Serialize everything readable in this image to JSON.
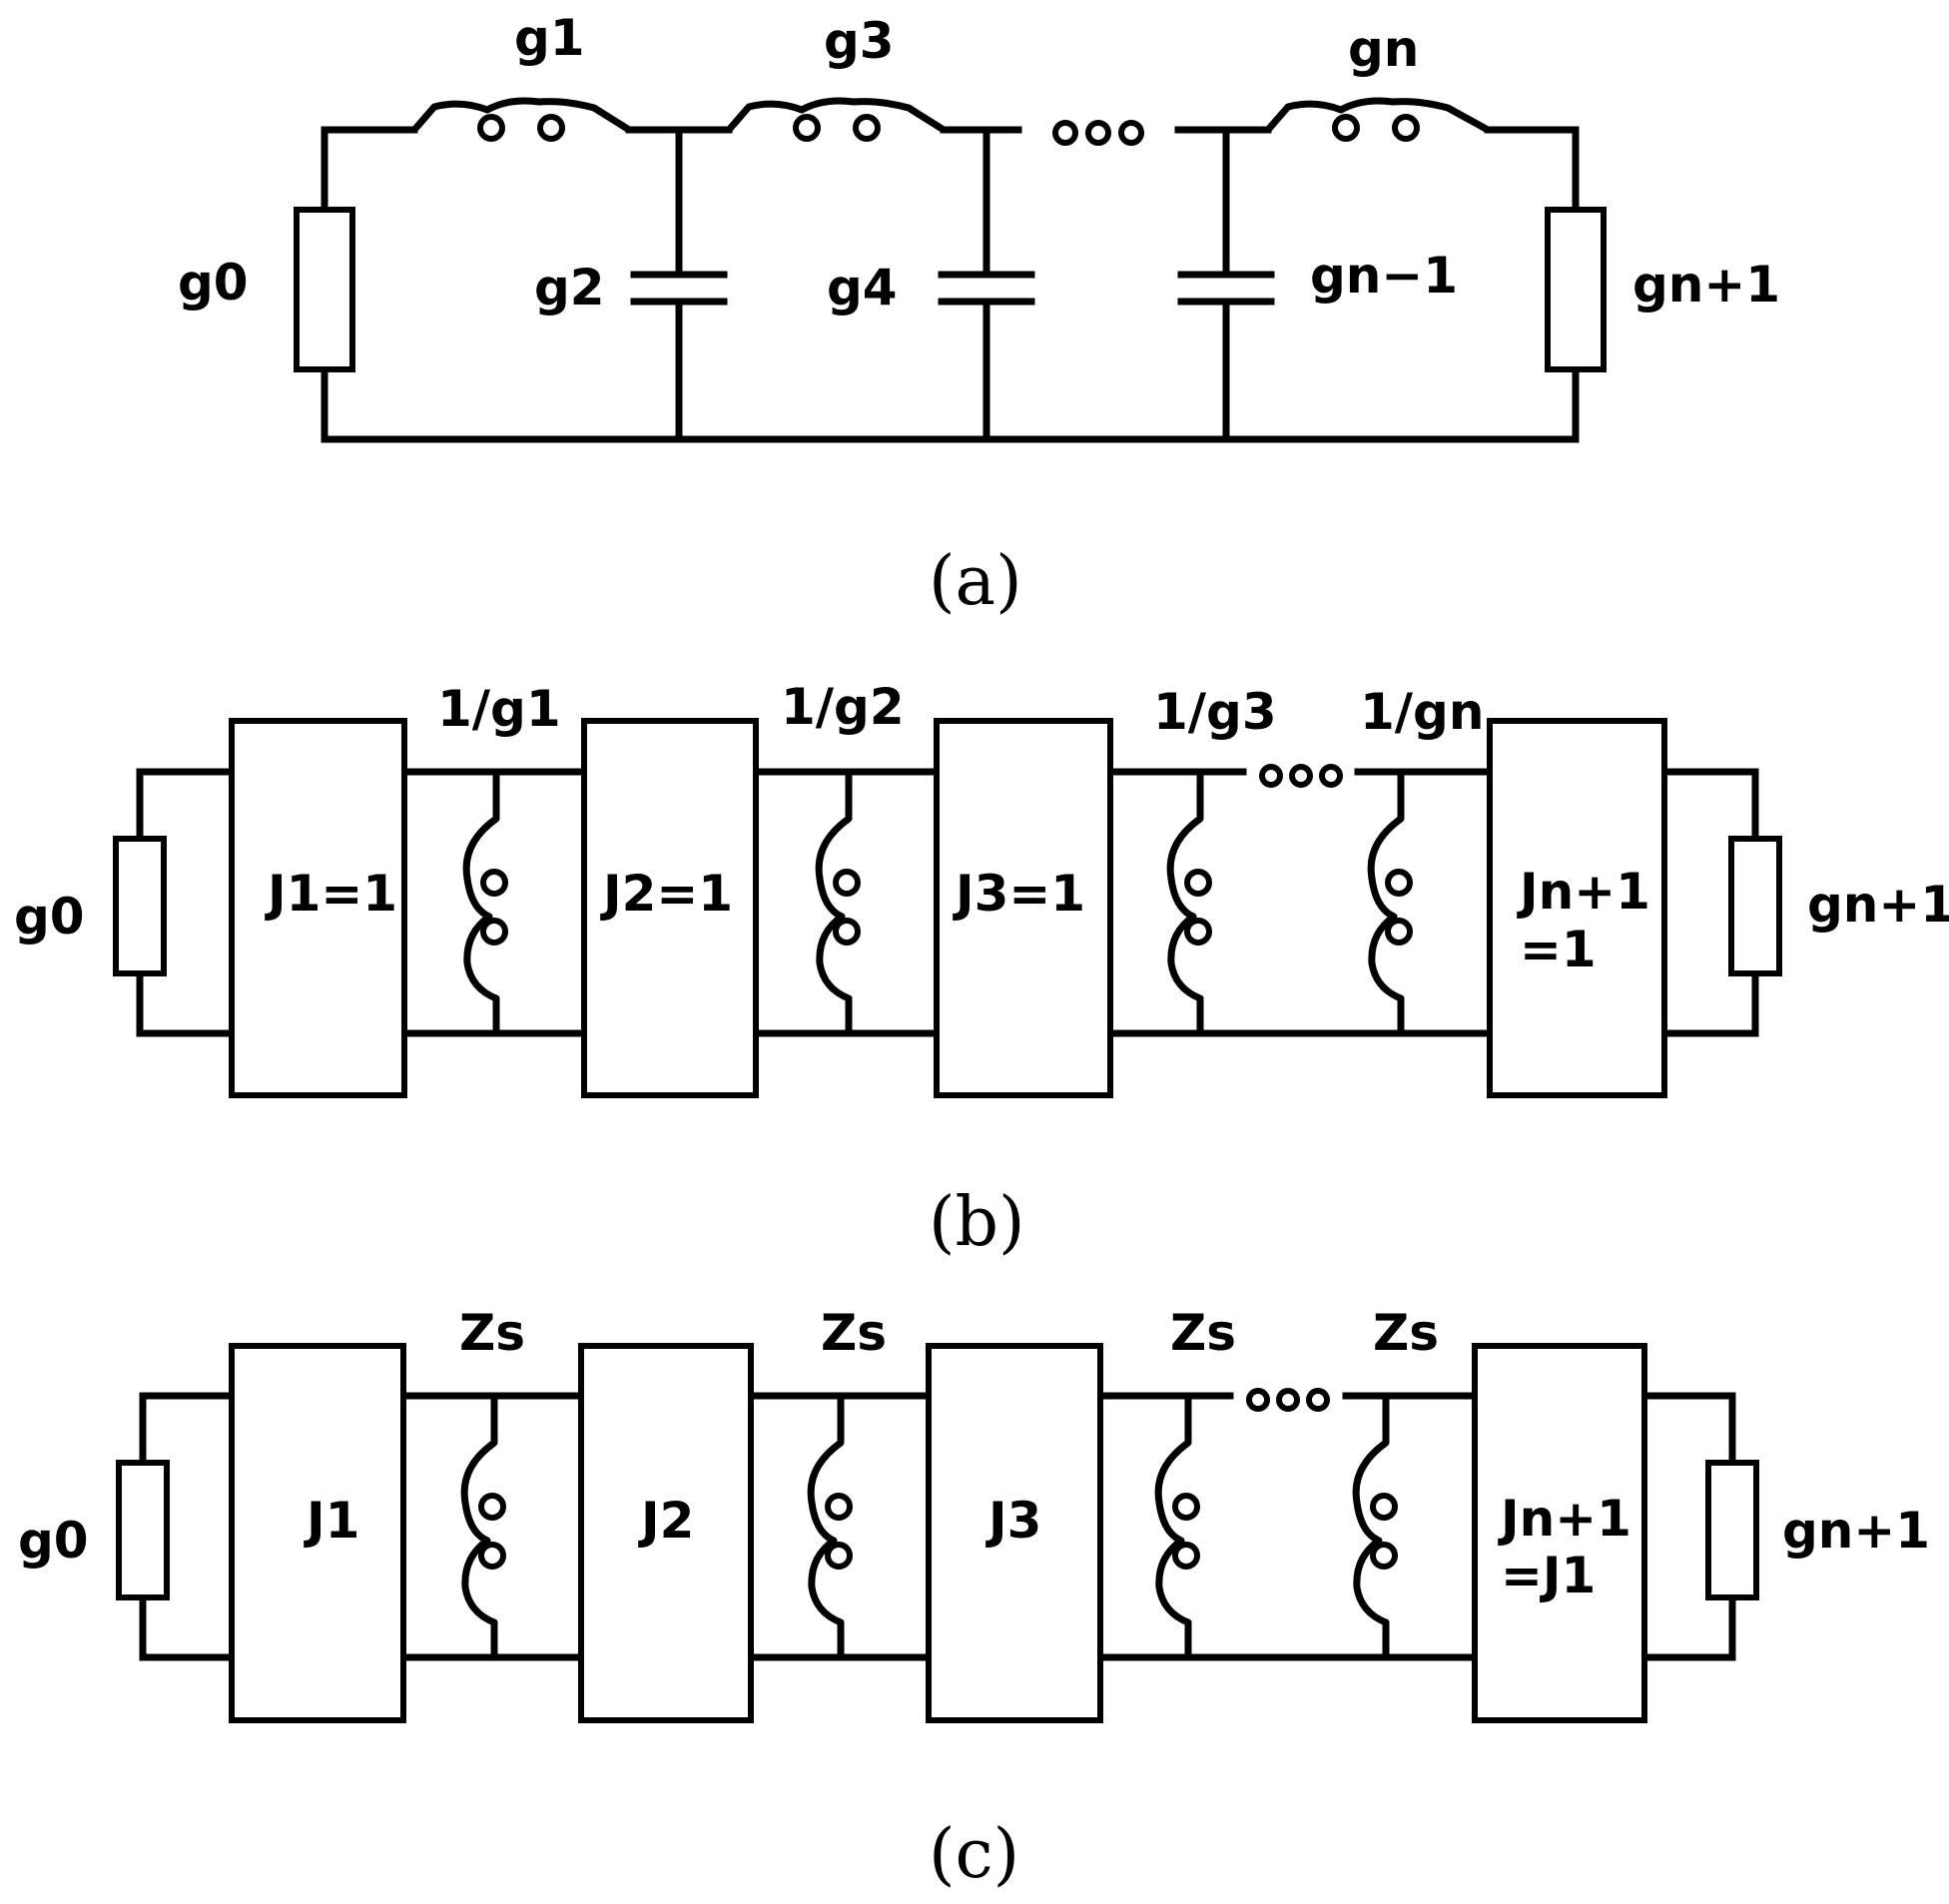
{
  "panel_a": {
    "caption": "(a)",
    "labels": {
      "g0": "g0",
      "g1": "g1",
      "g2": "g2",
      "g3": "g3",
      "g4": "g4",
      "gn": "gn",
      "gn_minus_1": "gn−1",
      "gn_plus_1": "gn+1"
    }
  },
  "panel_b": {
    "caption": "(b)",
    "labels": {
      "g0": "g0",
      "gn_plus_1": "gn+1",
      "inv1": "1/g1",
      "inv2": "1/g2",
      "inv3": "1/g3",
      "invn": "1/gn",
      "j1": "J1=1",
      "j2": "J2=1",
      "j3": "J3=1",
      "jn_line1": "Jn+1",
      "jn_line2": "=1"
    }
  },
  "panel_c": {
    "caption": "(c)",
    "labels": {
      "g0": "g0",
      "gn_plus_1": "gn+1",
      "zs1": "Zs",
      "zs2": "Zs",
      "zs3": "Zs",
      "zs4": "Zs",
      "j1": "J1",
      "j2": "J2",
      "j3": "J3",
      "jn_line1": "Jn+1",
      "jn_line2": "=J1"
    }
  }
}
